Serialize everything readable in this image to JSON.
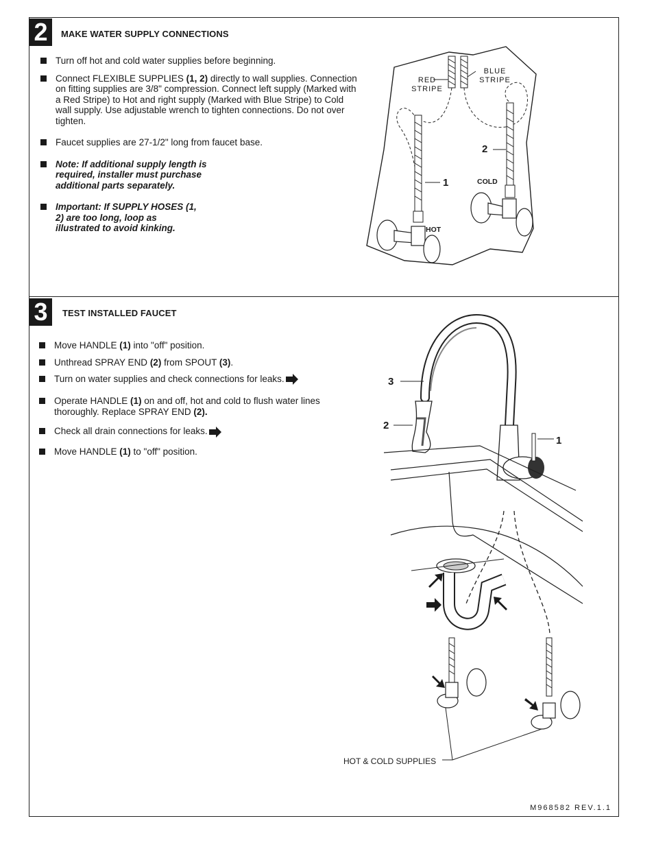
{
  "step2": {
    "number": "2",
    "title": "MAKE WATER SUPPLY CONNECTIONS",
    "bullets": [
      {
        "text": "Turn off hot and cold water supplies before beginning."
      },
      {
        "pre": "Connect FLEXIBLE SUPPLIES ",
        "bold": "(1, 2)",
        "post": " directly to wall supplies. Connection on fitting supplies are 3/8\" compression. Connect left supply (Marked with a Red Stripe) to Hot and right supply (Marked with Blue Stripe) to Cold wall supply. Use adjustable wrench to tighten connections. Do not over tighten."
      },
      {
        "text": "Faucet supplies are 27-1/2\" long from faucet base."
      },
      {
        "note": "Note: If additional supply length is required, installer must purchase additional parts separately."
      },
      {
        "note": "Important: If SUPPLY HOSES (1, 2) are too long, loop as illustrated to avoid kinking."
      }
    ],
    "diagram": {
      "red_stripe": "RED\nSTRIPE",
      "blue_stripe": "BLUE\nSTRIPE",
      "callout_1": "1",
      "callout_2": "2",
      "hot": "HOT",
      "cold": "COLD"
    }
  },
  "step3": {
    "number": "3",
    "title": "TEST INSTALLED FAUCET",
    "bullets": [
      {
        "pre": "Move HANDLE ",
        "bold": "(1)",
        "post": " into \"off\" position."
      },
      {
        "pre": "Unthread SPRAY END ",
        "bold": "(2)",
        "post": " from SPOUT ",
        "bold2": "(3)",
        "post2": "."
      },
      {
        "text": "Turn on water supplies and check connections for leaks.",
        "arrow": true
      },
      {
        "pre": "Operate HANDLE ",
        "bold": "(1)",
        "post": " on and off, hot and cold to flush water lines thoroughly. Replace SPRAY END ",
        "bold2": "(2).",
        "post2": ""
      },
      {
        "text": "Check all drain connections for leaks.",
        "arrow": true
      },
      {
        "pre": "Move HANDLE ",
        "bold": "(1)",
        "post": " to \"off\" position."
      }
    ],
    "diagram": {
      "callout_3": "3",
      "callout_2": "2",
      "callout_1": "1",
      "supplies_label": "HOT & COLD SUPPLIES"
    }
  },
  "footer": {
    "doc_id": "M968582 REV.1.1"
  }
}
